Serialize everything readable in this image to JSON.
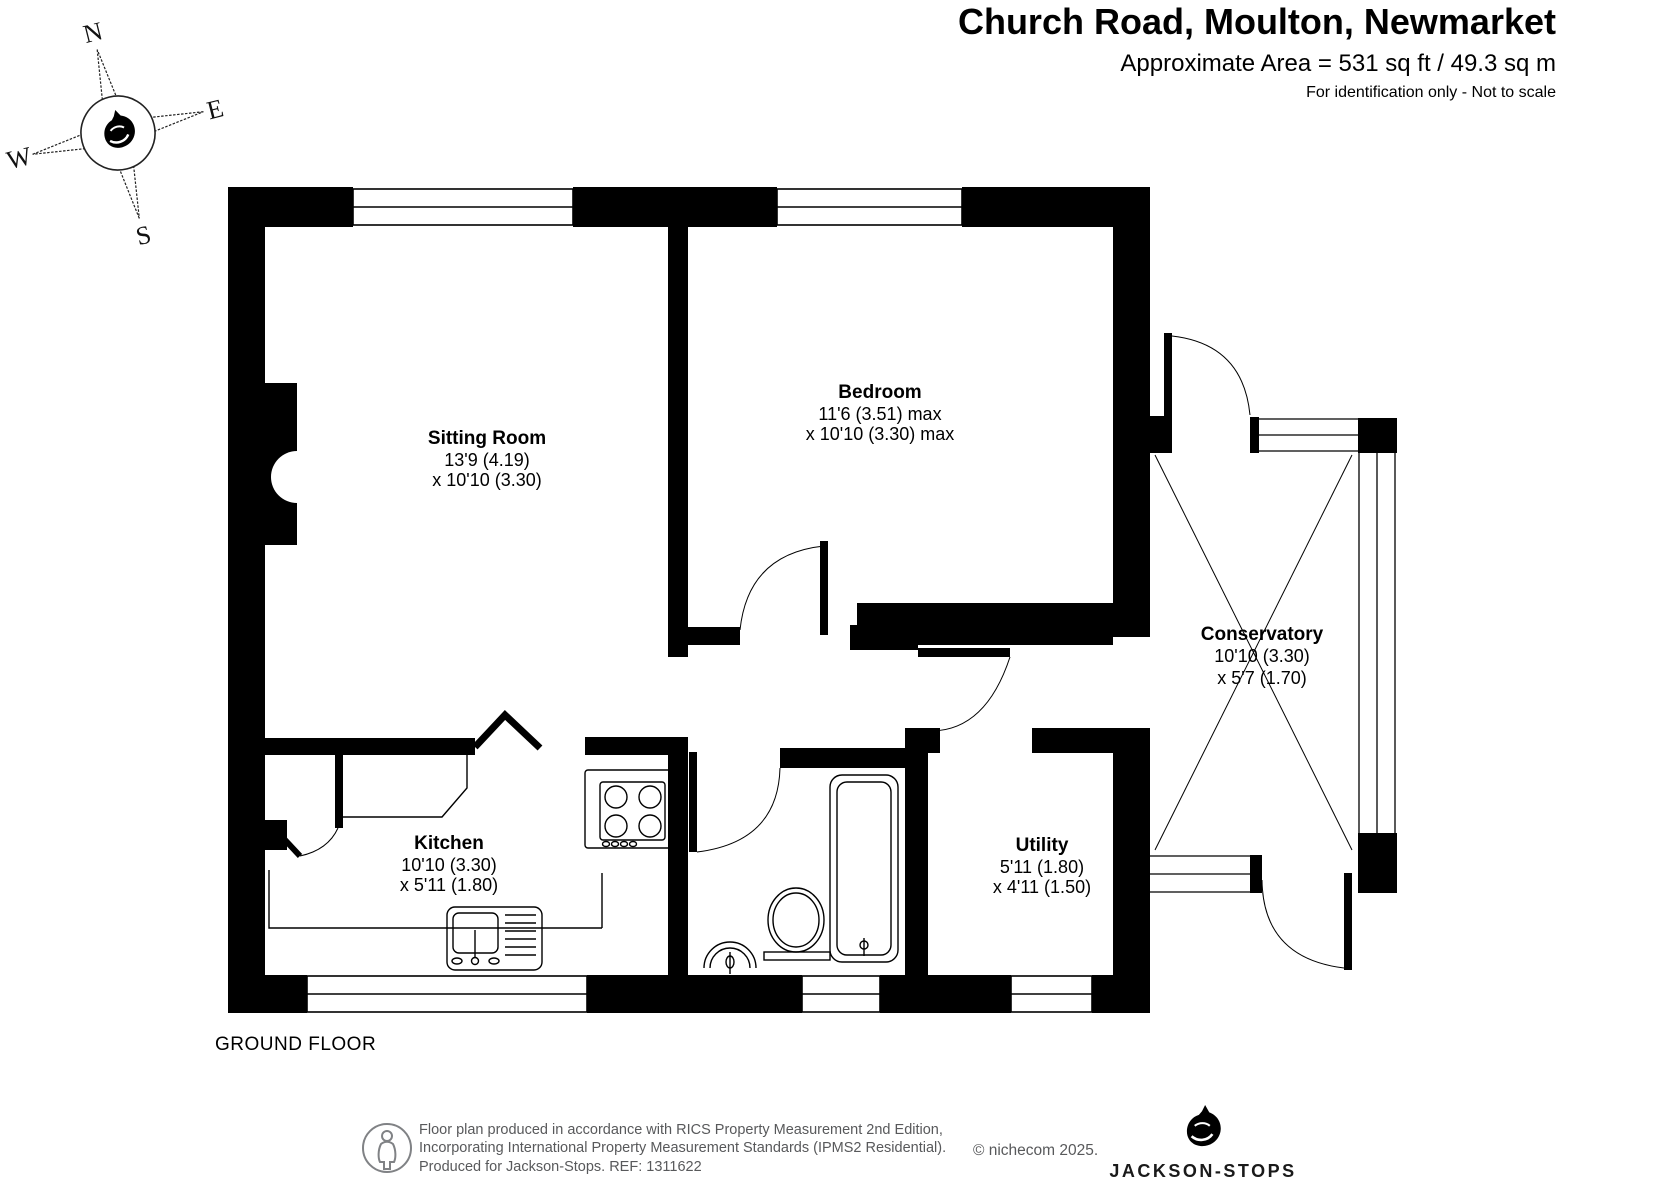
{
  "header": {
    "title": "Church Road, Moulton, Newmarket",
    "area": "Approximate Area = 531 sq ft / 49.3 sq m",
    "note": "For identification only - Not to scale"
  },
  "floor_label": "GROUND FLOOR",
  "compass": {
    "n": "N",
    "e": "E",
    "s": "S",
    "w": "W"
  },
  "rooms": {
    "sitting_room": {
      "name": "Sitting Room",
      "dim1": "13'9 (4.19)",
      "dim2": "x 10'10 (3.30)"
    },
    "bedroom": {
      "name": "Bedroom",
      "dim1": "11'6 (3.51) max",
      "dim2": "x 10'10 (3.30) max"
    },
    "conservatory": {
      "name": "Conservatory",
      "dim1": "10'10 (3.30)",
      "dim2": "x 5'7 (1.70)"
    },
    "kitchen": {
      "name": "Kitchen",
      "dim1": "10'10 (3.30)",
      "dim2": "x 5'11 (1.80)"
    },
    "utility": {
      "name": "Utility",
      "dim1": "5'11 (1.80)",
      "dim2": "x 4'11 (1.50)"
    }
  },
  "footer": {
    "line1": "Floor plan produced in accordance with RICS Property Measurement 2nd Edition,",
    "line2": "Incorporating International Property Measurement Standards (IPMS2 Residential).",
    "line3": "Produced for Jackson-Stops.   REF: 1311622",
    "copyright": "© nichecom 2025.",
    "brand": "JACKSON-STOPS"
  },
  "colors": {
    "wall": "#000000",
    "footer_text": "#58595b"
  }
}
